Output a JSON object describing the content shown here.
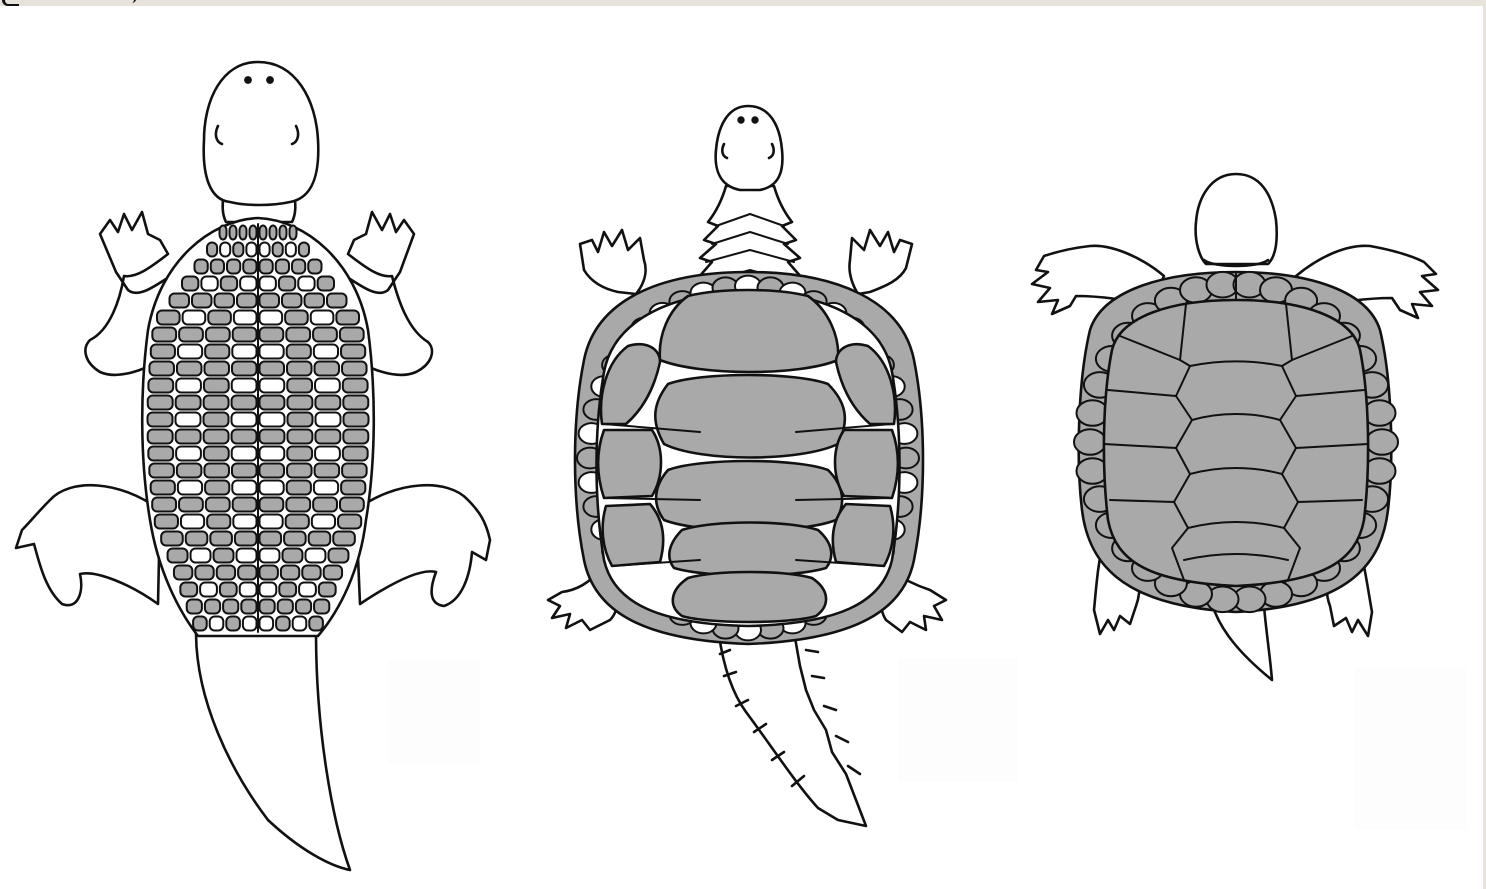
{
  "figures": [
    {
      "id": "armored-ancestor",
      "icon": "armored-reptile-icon"
    },
    {
      "id": "early-turtle",
      "icon": "early-turtle-icon"
    },
    {
      "id": "modern-turtle",
      "icon": "modern-turtle-icon"
    }
  ],
  "colors": {
    "outline": "#111111",
    "shell_fill": "#a9a9a9",
    "background": "#ffffff",
    "frame": "#e7e3da"
  }
}
